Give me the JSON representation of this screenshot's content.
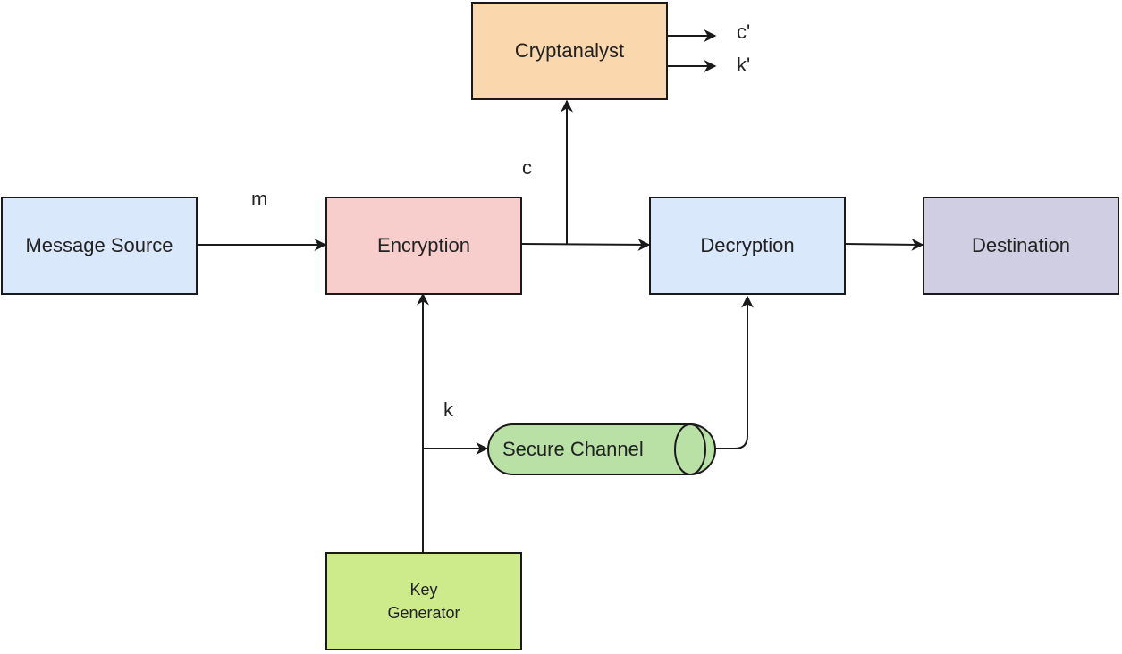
{
  "nodes": {
    "message_source": {
      "label": "Message Source",
      "fill": "#dae8fc"
    },
    "encryption": {
      "label": "Encryption",
      "fill": "#f8cecc"
    },
    "decryption": {
      "label": "Decryption",
      "fill": "#dae8fc"
    },
    "destination": {
      "label": "Destination",
      "fill": "#d0cee2"
    },
    "cryptanalyst": {
      "label": "Cryptanalyst",
      "fill": "#fad7ac"
    },
    "key_generator": {
      "label_line1": "Key",
      "label_line2": "Generator",
      "fill": "#cdeb8b"
    },
    "secure_channel": {
      "label": "Secure Channel",
      "fill": "#d5e8d4"
    }
  },
  "edge_labels": {
    "m": "m",
    "c": "c",
    "k": "k",
    "c_prime": "c'",
    "k_prime": "k'"
  },
  "colors": {
    "line": "#1a1a1a",
    "cylinder_fill": "#b9e0a5",
    "cylinder_stroke": "#1a1a1a"
  }
}
